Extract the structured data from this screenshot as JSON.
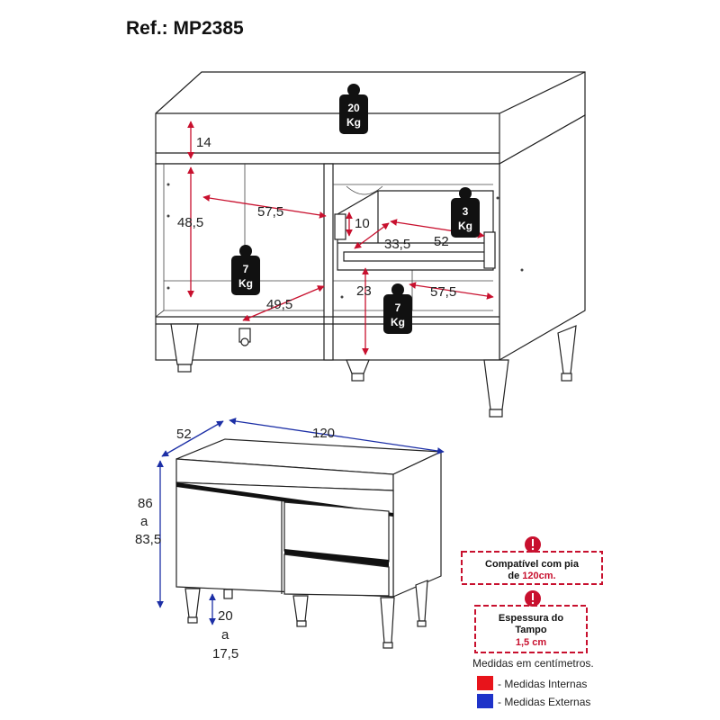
{
  "ref_title": "Ref.: MP2385",
  "top_view": {
    "weights": {
      "top": {
        "num": "20",
        "unit": "Kg"
      },
      "left_shelf": {
        "num": "7",
        "unit": "Kg"
      },
      "drawer": {
        "num": "3",
        "unit": "Kg"
      },
      "right_shelf": {
        "num": "7",
        "unit": "Kg"
      }
    },
    "dims": {
      "top_gap": "14",
      "left_height": "48,5",
      "left_depth": "57,5",
      "left_width": "49,5",
      "drawer_height": "10",
      "drawer_width": "33,5",
      "drawer_depth": "52",
      "right_height": "23",
      "right_depth": "57,5"
    }
  },
  "bottom_view": {
    "dims": {
      "depth": "52",
      "width": "120",
      "height_max": "86",
      "height_sep": "a",
      "height_min": "83,5",
      "feet_max": "20",
      "feet_sep": "a",
      "feet_min": "17,5"
    }
  },
  "info_boxes": {
    "sink": {
      "line1": "Compatível com pia",
      "line2_prefix": "de ",
      "line2_highlight": "120cm."
    },
    "top": {
      "line1": "Espessura do",
      "line2": "Tampo",
      "line3": "1,5 cm"
    }
  },
  "legend": {
    "note": "Medidas em centímetros.",
    "internal": "- Medidas Internas",
    "external": "- Medidas Externas",
    "internal_color": "#e8141b",
    "external_color": "#1f33c9"
  }
}
